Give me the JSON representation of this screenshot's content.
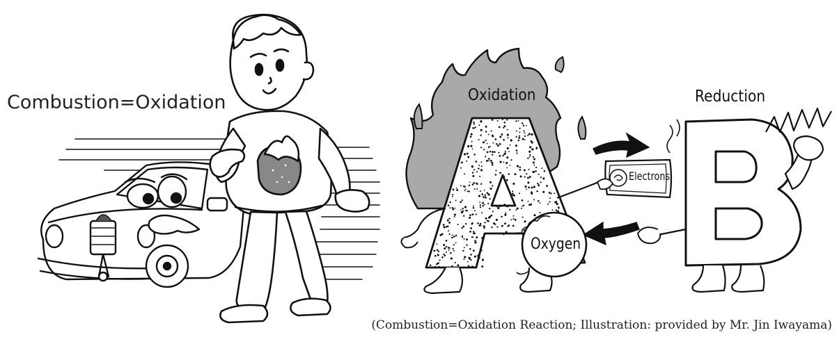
{
  "title": "Combustion=Oxidation",
  "labels": {
    "oxidation": "Oxidation",
    "reduction": "Reduction",
    "electrons": "Electrons",
    "oxygen": "Oxygen"
  },
  "caption": "(Combustion=Oxidation Reaction; Illustration:  provided by Mr. Jin Iwayama)",
  "colors": {
    "ink": "#111111",
    "flame_fill": "#a9a9a9",
    "body_fill": "#ffffff",
    "inner_flame": "#7a7a7a"
  },
  "icons": [
    "car-character-icon",
    "boy-character-icon",
    "flame-icon",
    "letter-a-character-icon",
    "letter-b-character-icon",
    "arrow-icon",
    "oxygen-ball-icon",
    "electron-banknote-icon"
  ]
}
